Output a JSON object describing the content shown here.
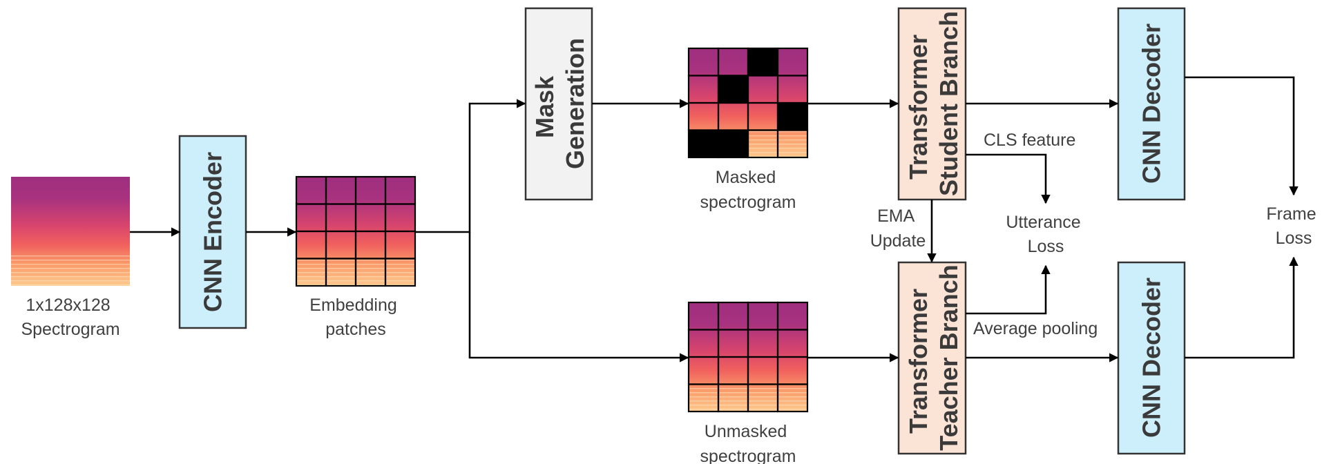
{
  "blocks": {
    "cnn_encoder": "CNN Encoder",
    "mask_generation": [
      "Mask",
      "Generation"
    ],
    "student": [
      "Transformer",
      "Student Branch"
    ],
    "teacher": [
      "Transformer",
      "Teacher Branch"
    ],
    "decoder_top": "CNN Decoder",
    "decoder_bottom": "CNN Decoder"
  },
  "captions": {
    "input": [
      "1x128x128",
      "Spectrogram"
    ],
    "embedding": [
      "Embedding",
      "patches"
    ],
    "masked": [
      "Masked",
      "spectrogram"
    ],
    "unmasked": [
      "Unmasked",
      "spectrogram"
    ],
    "ema": [
      "EMA",
      "Update"
    ],
    "cls": "CLS feature",
    "utterance": [
      "Utterance",
      "Loss"
    ],
    "avgpool": "Average pooling",
    "frame": [
      "Frame",
      "Loss"
    ]
  },
  "colors": {
    "encoder_fill": "#cdeefb",
    "mask_fill": "#f2f2f2",
    "transformer_fill": "#fbe3d6",
    "decoder_fill": "#cdeefb",
    "masked_patch": "#000000",
    "spectrogram_top": "#9e2f7f",
    "spectrogram_mid": "#f0605d",
    "spectrogram_bottom": "#fec98d"
  },
  "masked_patches": [
    [
      0,
      2
    ],
    [
      1,
      1
    ],
    [
      2,
      3
    ],
    [
      3,
      0
    ],
    [
      3,
      1
    ]
  ]
}
